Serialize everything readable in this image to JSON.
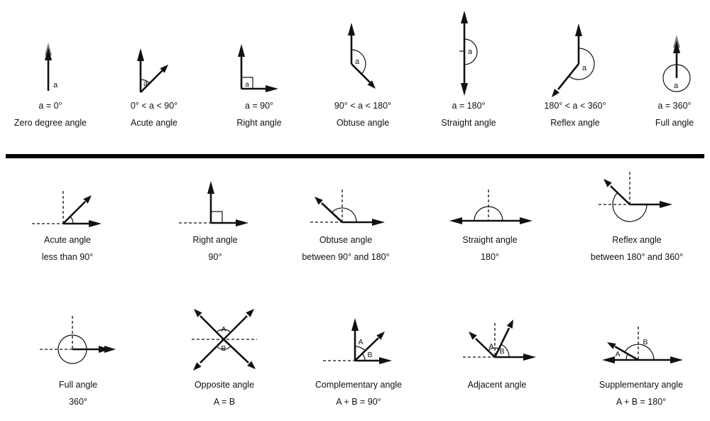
{
  "figures": {
    "top": [
      {
        "formula": "a = 0°",
        "name": "Zero degree angle",
        "angle_label": "a"
      },
      {
        "formula": "0° < a < 90°",
        "name": "Acute angle",
        "angle_label": "a"
      },
      {
        "formula": "a = 90°",
        "name": "Right angle",
        "angle_label": "a"
      },
      {
        "formula": "90° < a < 180°",
        "name": "Obtuse angle",
        "angle_label": "a"
      },
      {
        "formula": "a = 180°",
        "name": "Straight angle",
        "angle_label": "a"
      },
      {
        "formula": "180° < a < 360°",
        "name": "Reflex angle",
        "angle_label": "a"
      },
      {
        "formula": "a = 360°",
        "name": "Full angle",
        "angle_label": "a"
      }
    ],
    "middle": [
      {
        "name": "Acute angle",
        "description": "less than 90°"
      },
      {
        "name": "Right angle",
        "description": "90°"
      },
      {
        "name": "Obtuse angle",
        "description": "between 90° and 180°"
      },
      {
        "name": "Straight angle",
        "description": "180°"
      },
      {
        "name": "Reflex angle",
        "description": "between 180° and 360°"
      }
    ],
    "bottom": [
      {
        "name": "Full angle",
        "description": "360°"
      },
      {
        "name": "Opposite angle",
        "description": "A = B",
        "vertex_labels": [
          "A",
          "B"
        ]
      },
      {
        "name": "Complementary angle",
        "description": "A + B = 90°",
        "vertex_labels": [
          "A",
          "B"
        ]
      },
      {
        "name": "Adjacent angle",
        "description": "",
        "vertex_labels": [
          "A",
          "B"
        ]
      },
      {
        "name": "Supplementary angle",
        "description": "A + B = 180°",
        "vertex_labels": [
          "A",
          "B"
        ]
      }
    ]
  },
  "colors": {
    "line": "#111111",
    "text": "#111111",
    "muted_arrowhead": "#808080",
    "divider": "#000000",
    "background": "#ffffff"
  }
}
